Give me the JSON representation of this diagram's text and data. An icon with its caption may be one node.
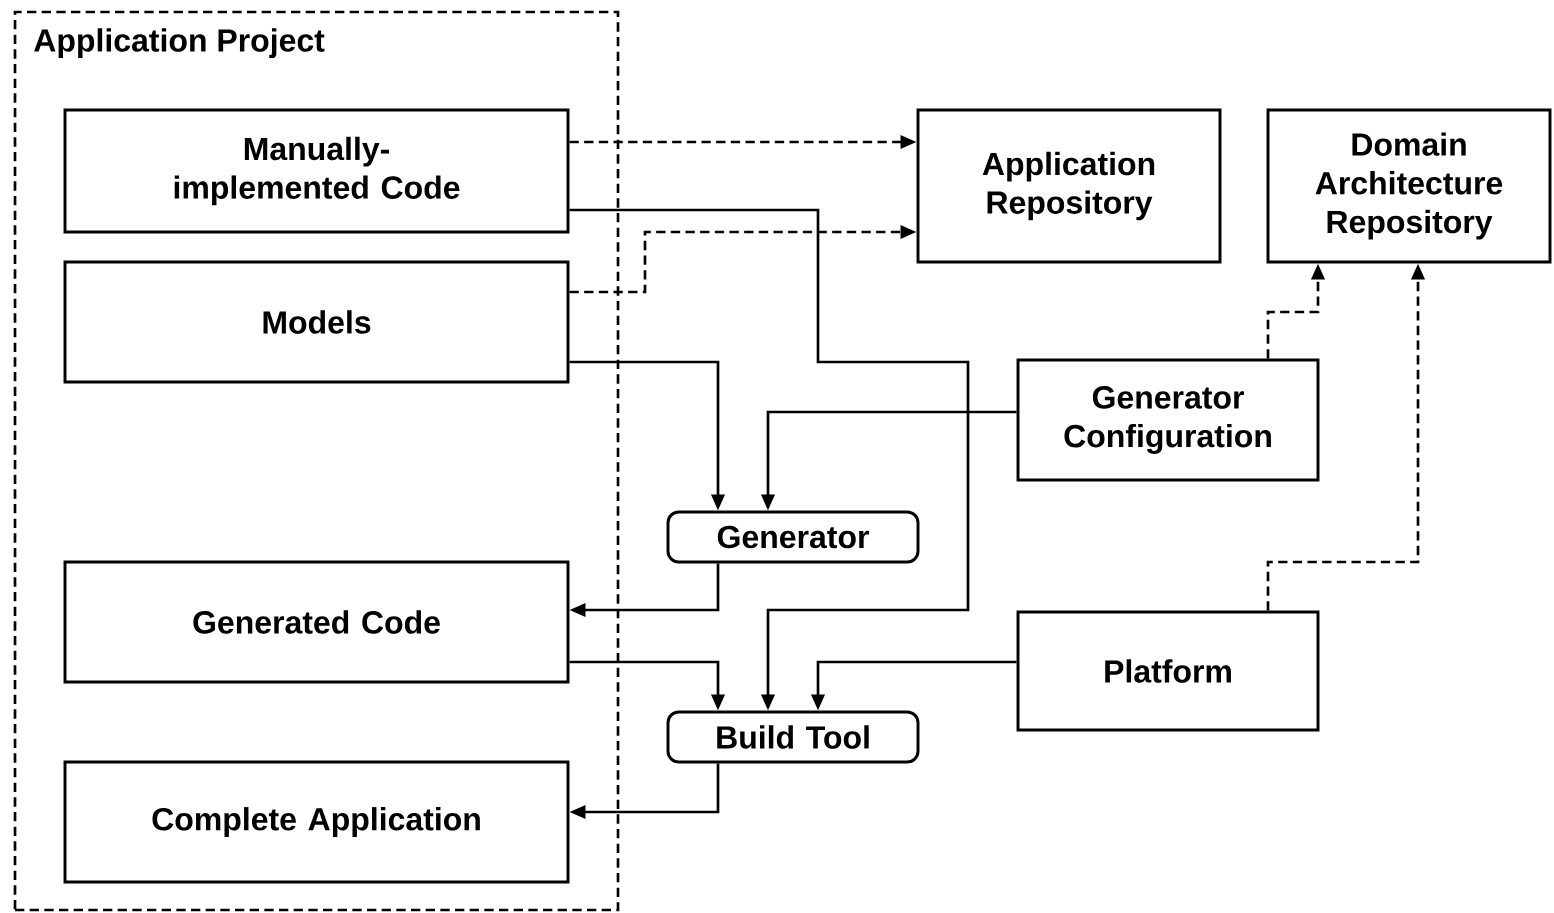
{
  "diagram": {
    "nodes": [
      {
        "text": [
          "Application Project"
        ]
      },
      {
        "text": [
          "Manually-implemented Code"
        ],
        "in": 0
      },
      {
        "text": [
          "Models"
        ],
        "in": 0
      },
      {
        "text": [
          "Generated Code"
        ],
        "in": 0
      },
      {
        "text": [
          "Complete Application"
        ],
        "in": 0
      },
      {
        "text": [
          "Application Repository"
        ]
      },
      {
        "text": [
          "Domain Architecture Repository"
        ]
      },
      {
        "text": [
          "Generator Configuration"
        ]
      },
      {
        "text": [
          "Generator"
        ]
      },
      {
        "text": [
          "Platform"
        ]
      },
      {
        "text": [
          "Build Tool"
        ]
      }
    ],
    "edges": [
      {
        "from": 1,
        "to": 5,
        "arrow": "to",
        "style": "dashed"
      },
      {
        "from": 2,
        "to": 5,
        "arrow": "to",
        "style": "dashed"
      },
      {
        "from": 2,
        "to": 8,
        "arrow": "to"
      },
      {
        "from": 7,
        "to": 8,
        "arrow": "to"
      },
      {
        "from": 8,
        "to": 3,
        "arrow": "to"
      },
      {
        "from": 1,
        "to": 10,
        "arrow": "to"
      },
      {
        "from": 3,
        "to": 10,
        "arrow": "to"
      },
      {
        "from": 9,
        "to": 10,
        "arrow": "to"
      },
      {
        "from": 10,
        "to": 4,
        "arrow": "to"
      },
      {
        "from": 7,
        "to": 6,
        "arrow": "to",
        "style": "dashed"
      },
      {
        "from": 9,
        "to": 6,
        "arrow": "to",
        "style": "dashed"
      }
    ]
  }
}
